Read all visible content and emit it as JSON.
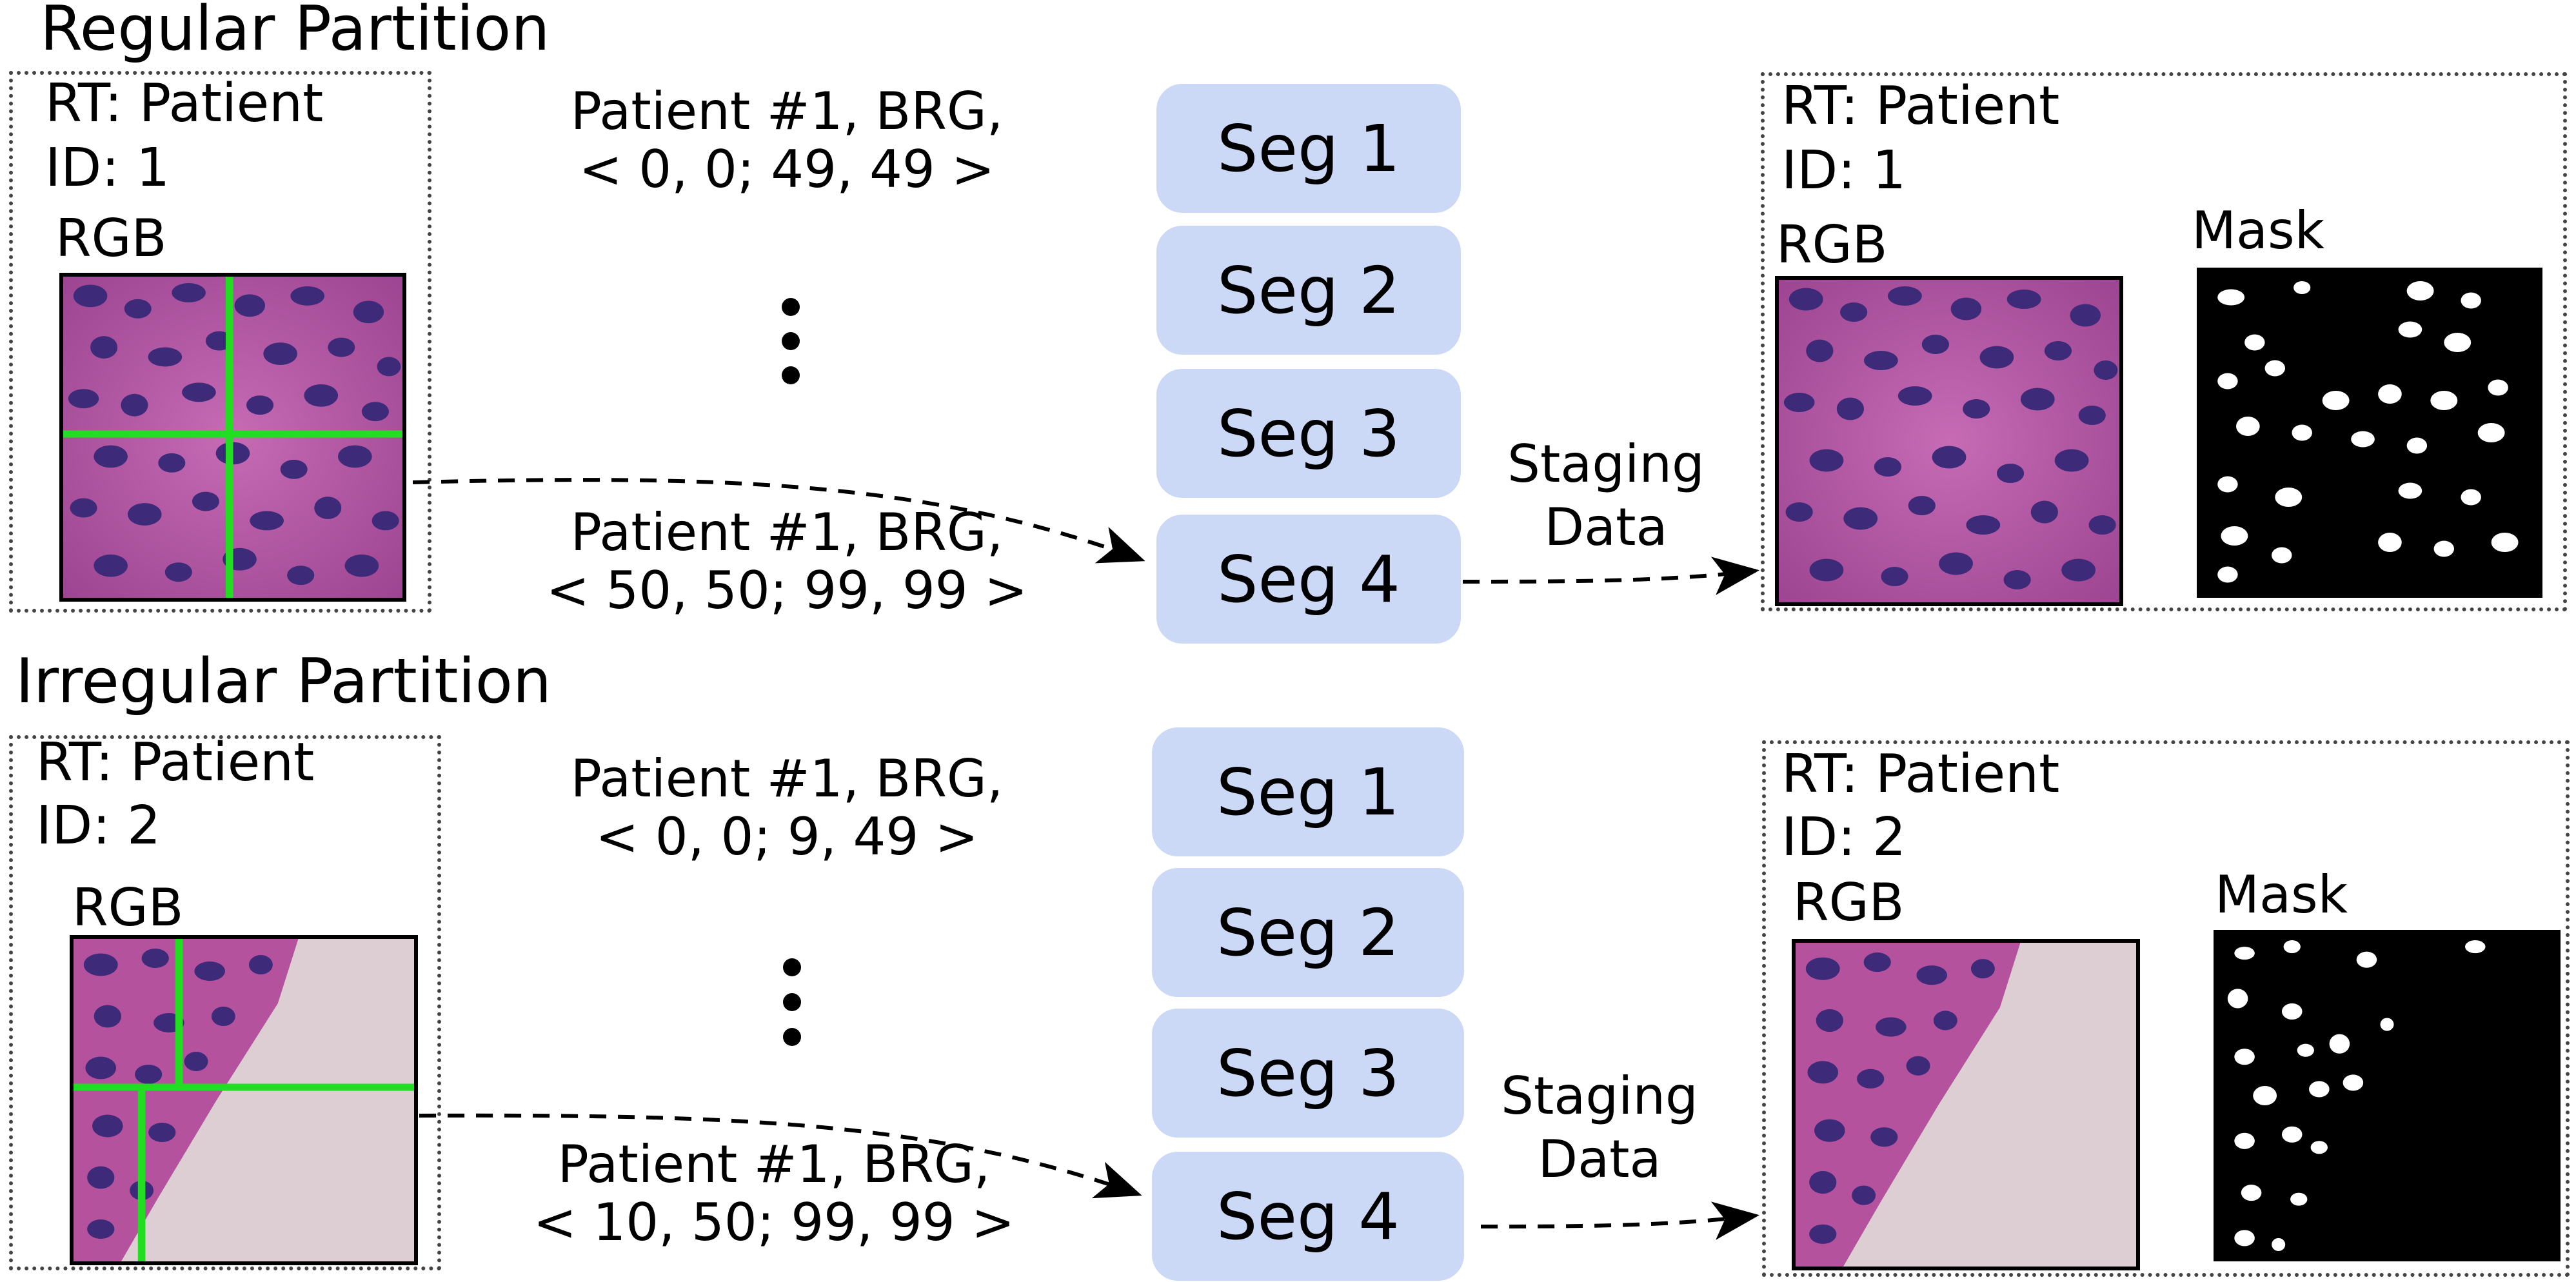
{
  "regular": {
    "title": "Regular Partition",
    "left": {
      "rt_line1": "RT: Patient",
      "rt_line2": "ID: 1",
      "rgb_label": "RGB"
    },
    "records": {
      "first_line1": "Patient #1, BRG,",
      "first_line2": "< 0, 0; 49, 49 >",
      "last_line1": "Patient #1, BRG,",
      "last_line2": "< 50, 50; 99, 99 >"
    },
    "segments": [
      "Seg 1",
      "Seg 2",
      "Seg 3",
      "Seg 4"
    ],
    "staging_line1": "Staging",
    "staging_line2": "Data",
    "right": {
      "rt_line1": "RT: Patient",
      "rt_line2": "ID: 1",
      "rgb_label": "RGB",
      "mask_label": "Mask"
    }
  },
  "irregular": {
    "title": "Irregular Partition",
    "left": {
      "rt_line1": "RT: Patient",
      "rt_line2": "ID: 2",
      "rgb_label": "RGB"
    },
    "records": {
      "first_line1": "Patient #1, BRG,",
      "first_line2": "< 0, 0; 9, 49 >",
      "last_line1": "Patient #1, BRG,",
      "last_line2": "< 10, 50; 99, 99 >"
    },
    "segments": [
      "Seg 1",
      "Seg 2",
      "Seg 3",
      "Seg 4"
    ],
    "staging_line1": "Staging",
    "staging_line2": "Data",
    "right": {
      "rt_line1": "RT: Patient",
      "rt_line2": "ID: 2",
      "rgb_label": "RGB",
      "mask_label": "Mask"
    }
  },
  "colors": {
    "segment_fill": "#cbd9f6",
    "partition_line": "#22dd22",
    "tissue": "#b4529e",
    "nucleus": "#3d2a78",
    "background_slide": "#dcced2",
    "mask_fg": "#ffffff",
    "mask_bg": "#000000"
  }
}
